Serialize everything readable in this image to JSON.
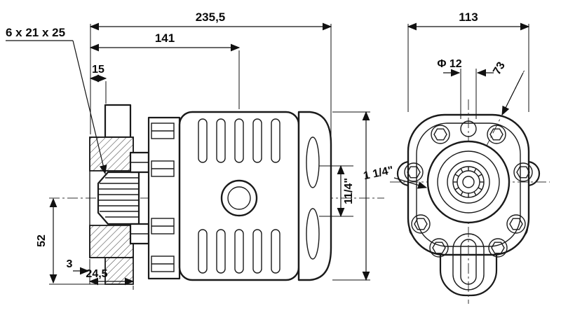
{
  "drawing": {
    "side_view": {
      "dim_overall": "235,5",
      "dim_to_center": "141",
      "dim_flange_offset": "15",
      "spline_spec": "6 x 21 x 25",
      "dim_height": "52",
      "dim_step": "3",
      "dim_foot": "24,5",
      "port_thread": "11/4\""
    },
    "front_view": {
      "dim_width": "113",
      "hole_dia": "Φ 12",
      "dim_diag": "73",
      "port_thread": "1 1/4\""
    }
  }
}
